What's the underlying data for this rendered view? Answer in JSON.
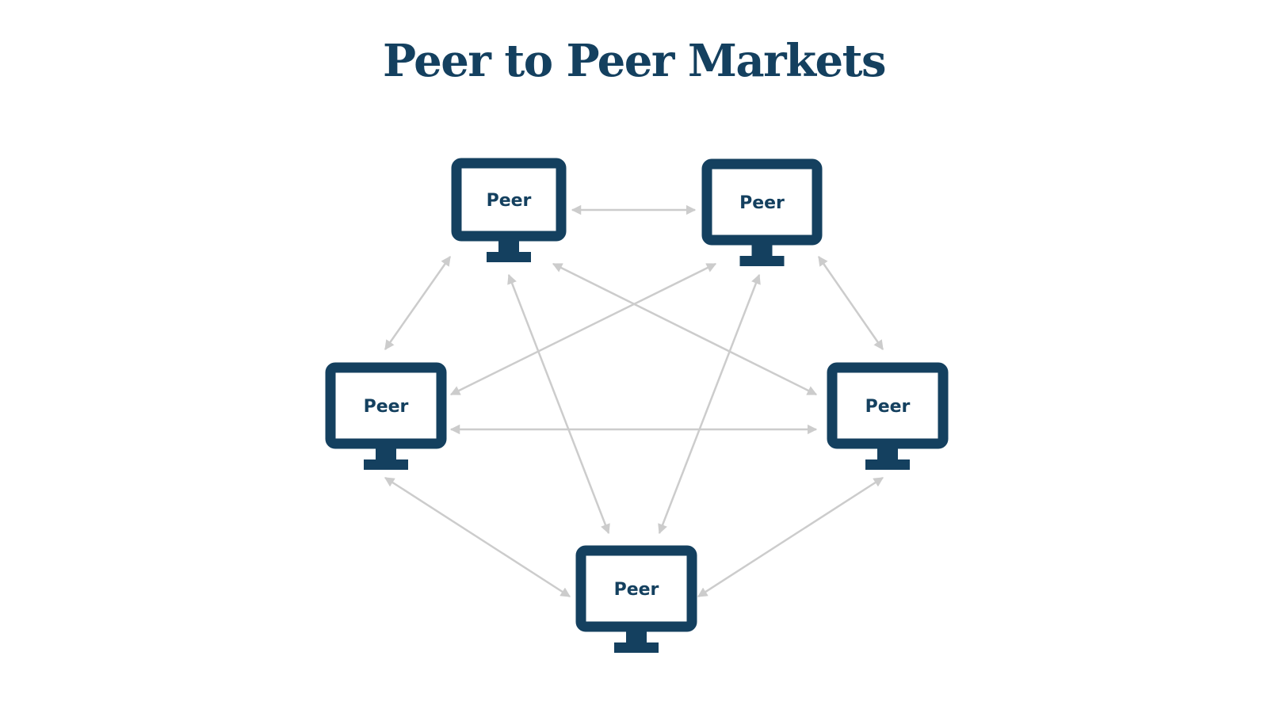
{
  "title": "Peer to Peer Markets",
  "colors": {
    "primary": "#14405f",
    "connector": "#cccccc",
    "background": "#ffffff"
  },
  "peers": [
    {
      "id": "top-left",
      "label": "Peer"
    },
    {
      "id": "top-right",
      "label": "Peer"
    },
    {
      "id": "middle-left",
      "label": "Peer"
    },
    {
      "id": "middle-right",
      "label": "Peer"
    },
    {
      "id": "bottom",
      "label": "Peer"
    }
  ],
  "connections": [
    {
      "from": "top-left",
      "to": "top-right"
    },
    {
      "from": "top-left",
      "to": "middle-left"
    },
    {
      "from": "top-left",
      "to": "middle-right"
    },
    {
      "from": "top-left",
      "to": "bottom"
    },
    {
      "from": "top-right",
      "to": "middle-left"
    },
    {
      "from": "top-right",
      "to": "middle-right"
    },
    {
      "from": "top-right",
      "to": "bottom"
    },
    {
      "from": "middle-left",
      "to": "middle-right"
    },
    {
      "from": "middle-left",
      "to": "bottom"
    },
    {
      "from": "middle-right",
      "to": "bottom"
    }
  ]
}
